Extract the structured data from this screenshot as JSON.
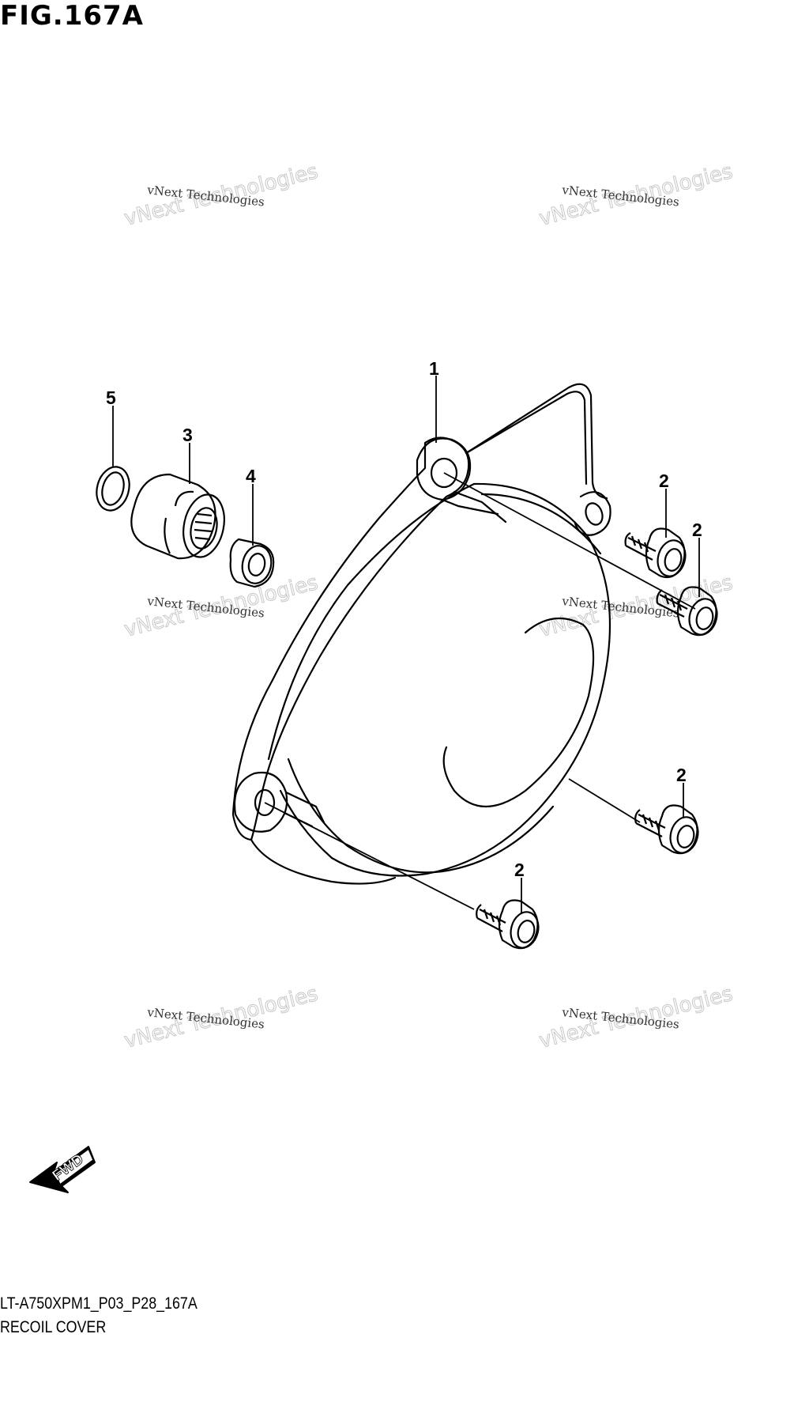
{
  "figure": {
    "title": "FIG.167A",
    "code": "LT-A750XPM1_P03_P28_167A",
    "name": "RECOIL COVER"
  },
  "callouts": {
    "c1": "1",
    "c2a": "2",
    "c2b": "2",
    "c2c": "2",
    "c2d": "2",
    "c3": "3",
    "c4": "4",
    "c5": "5"
  },
  "watermark": {
    "line1": "vNext Technologies",
    "line2": "vNext Technologies"
  },
  "fwd_label": "FWD"
}
